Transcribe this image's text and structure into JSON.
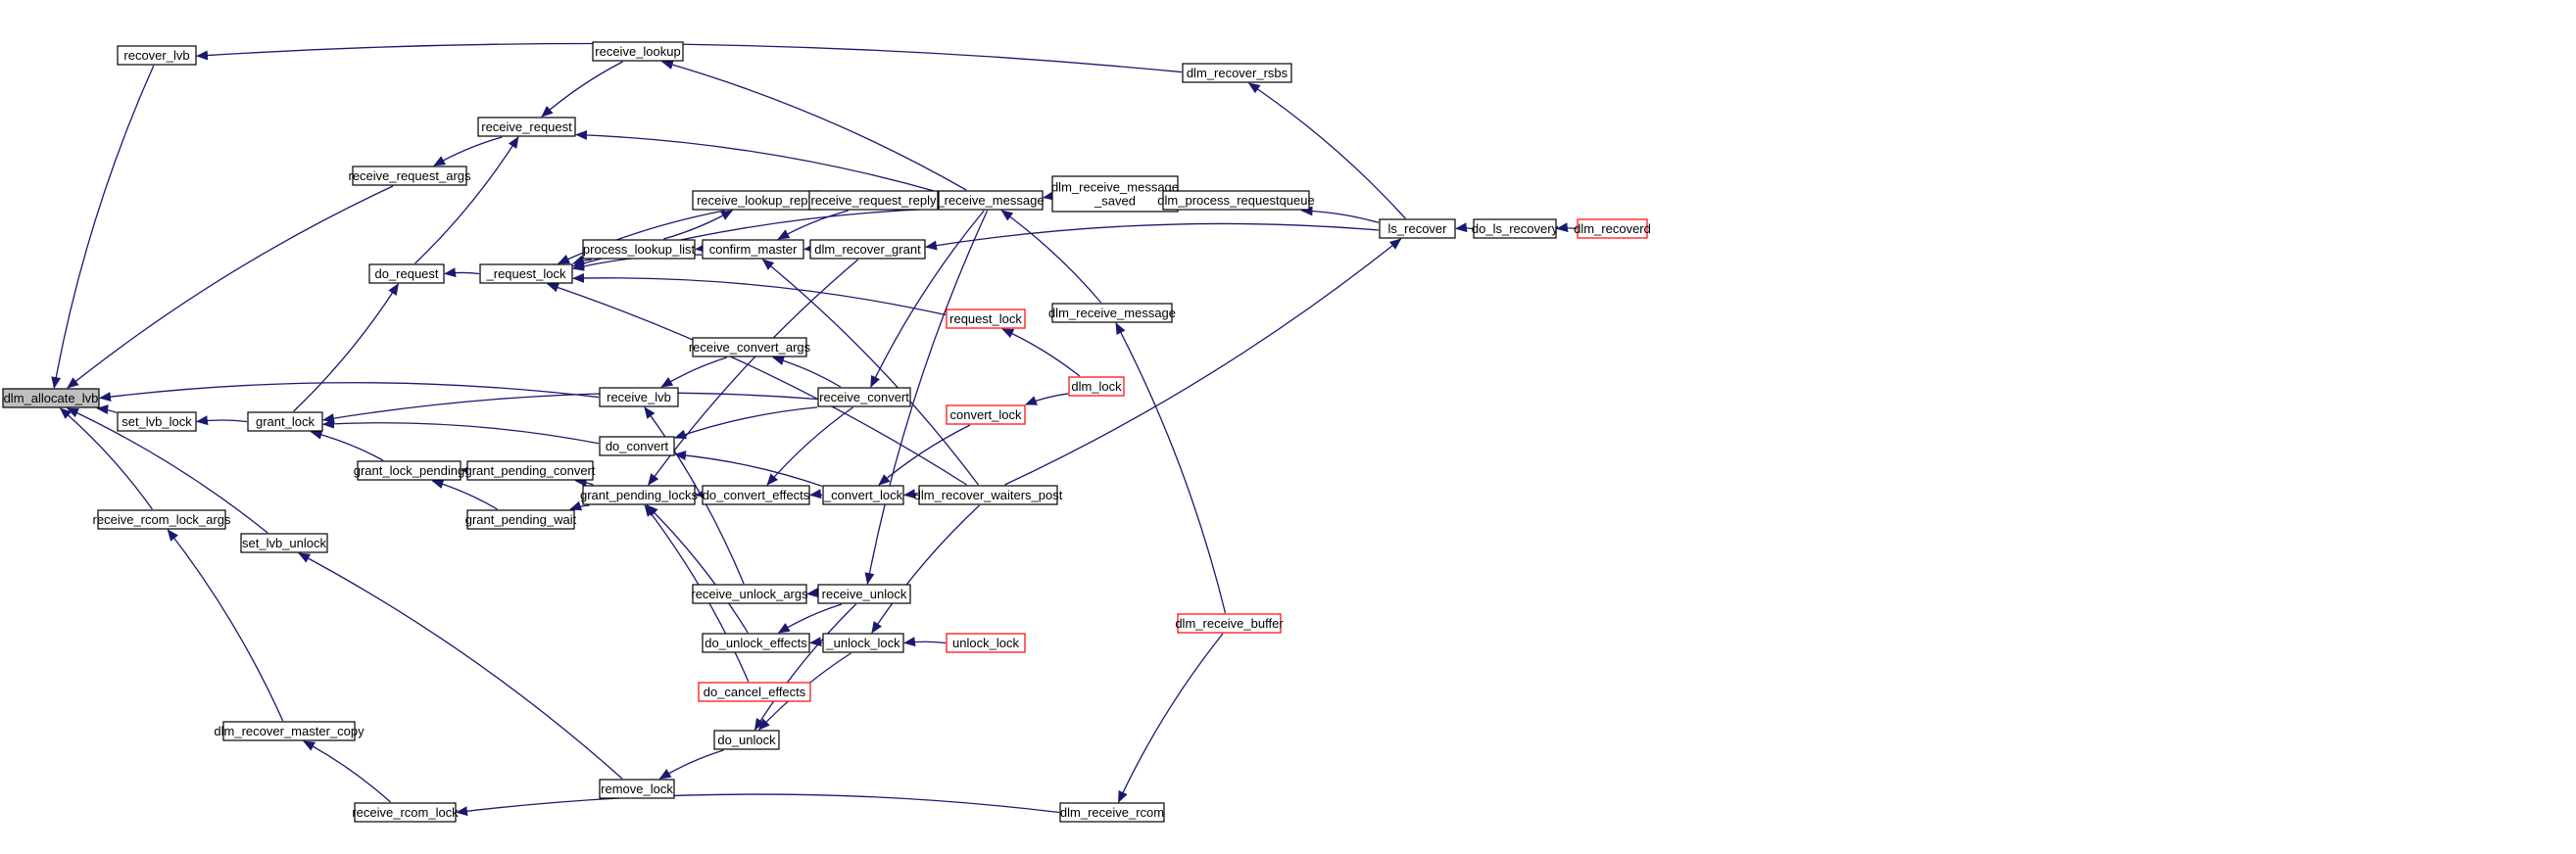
{
  "graph": {
    "colors": {
      "edge": "#191970",
      "border": "#000000",
      "truncated_border": "#ff0000",
      "highlight_fill": "#bfbfbf",
      "background": "#ffffff"
    },
    "nodes": [
      {
        "id": "dlm_allocate_lvb",
        "label": "dlm_allocate_lvb",
        "style": "highlight"
      },
      {
        "id": "recover_lvb",
        "label": "recover_lvb",
        "style": "normal"
      },
      {
        "id": "receive_request_args",
        "label": "receive_request_args",
        "style": "normal"
      },
      {
        "id": "receive_request",
        "label": "receive_request",
        "style": "normal"
      },
      {
        "id": "receive_lookup",
        "label": "receive_lookup",
        "style": "normal"
      },
      {
        "id": "do_request",
        "label": "do_request",
        "style": "normal"
      },
      {
        "id": "_request_lock",
        "label": "_request_lock",
        "style": "normal"
      },
      {
        "id": "receive_lookup_reply",
        "label": "receive_lookup_reply",
        "style": "normal"
      },
      {
        "id": "process_lookup_list",
        "label": "process_lookup_list",
        "style": "normal"
      },
      {
        "id": "confirm_master",
        "label": "confirm_master",
        "style": "normal"
      },
      {
        "id": "receive_request_reply",
        "label": "receive_request_reply",
        "style": "normal"
      },
      {
        "id": "dlm_recover_grant",
        "label": "dlm_recover_grant",
        "style": "normal"
      },
      {
        "id": "_receive_message",
        "label": "_receive_message",
        "style": "normal"
      },
      {
        "id": "dlm_receive_message_saved",
        "label": "dlm_receive_message\n_saved",
        "style": "normal"
      },
      {
        "id": "dlm_process_requestqueue",
        "label": "dlm_process_requestqueue",
        "style": "normal"
      },
      {
        "id": "dlm_recover_rsbs",
        "label": "dlm_recover_rsbs",
        "style": "normal"
      },
      {
        "id": "ls_recover",
        "label": "ls_recover",
        "style": "normal"
      },
      {
        "id": "do_ls_recovery",
        "label": "do_ls_recovery",
        "style": "normal"
      },
      {
        "id": "dlm_recoverd",
        "label": "dlm_recoverd",
        "style": "truncated"
      },
      {
        "id": "dlm_receive_message",
        "label": "dlm_receive_message",
        "style": "normal"
      },
      {
        "id": "request_lock",
        "label": "request_lock",
        "style": "truncated"
      },
      {
        "id": "dlm_lock",
        "label": "dlm_lock",
        "style": "truncated"
      },
      {
        "id": "set_lvb_lock",
        "label": "set_lvb_lock",
        "style": "normal"
      },
      {
        "id": "grant_lock",
        "label": "grant_lock",
        "style": "normal"
      },
      {
        "id": "grant_lock_pending",
        "label": "grant_lock_pending",
        "style": "normal"
      },
      {
        "id": "grant_pending_convert",
        "label": "grant_pending_convert",
        "style": "normal"
      },
      {
        "id": "grant_pending_wait",
        "label": "grant_pending_wait",
        "style": "normal"
      },
      {
        "id": "grant_pending_locks",
        "label": "grant_pending_locks",
        "style": "normal"
      },
      {
        "id": "receive_lvb",
        "label": "receive_lvb",
        "style": "normal"
      },
      {
        "id": "receive_convert_args",
        "label": "receive_convert_args",
        "style": "normal"
      },
      {
        "id": "receive_convert",
        "label": "receive_convert",
        "style": "normal"
      },
      {
        "id": "do_convert",
        "label": "do_convert",
        "style": "normal"
      },
      {
        "id": "do_convert_effects",
        "label": "do_convert_effects",
        "style": "normal"
      },
      {
        "id": "_convert_lock",
        "label": "_convert_lock",
        "style": "normal"
      },
      {
        "id": "convert_lock",
        "label": "convert_lock",
        "style": "truncated"
      },
      {
        "id": "dlm_recover_waiters_post",
        "label": "dlm_recover_waiters_post",
        "style": "normal"
      },
      {
        "id": "receive_rcom_lock_args",
        "label": "receive_rcom_lock_args",
        "style": "normal"
      },
      {
        "id": "set_lvb_unlock",
        "label": "set_lvb_unlock",
        "style": "normal"
      },
      {
        "id": "receive_unlock_args",
        "label": "receive_unlock_args",
        "style": "normal"
      },
      {
        "id": "receive_unlock",
        "label": "receive_unlock",
        "style": "normal"
      },
      {
        "id": "do_unlock_effects",
        "label": "do_unlock_effects",
        "style": "normal"
      },
      {
        "id": "_unlock_lock",
        "label": "_unlock_lock",
        "style": "normal"
      },
      {
        "id": "unlock_lock",
        "label": "unlock_lock",
        "style": "truncated"
      },
      {
        "id": "do_cancel_effects",
        "label": "do_cancel_effects",
        "style": "truncated"
      },
      {
        "id": "dlm_receive_buffer",
        "label": "dlm_receive_buffer",
        "style": "truncated"
      },
      {
        "id": "dlm_recover_master_copy",
        "label": "dlm_recover_master_copy",
        "style": "normal"
      },
      {
        "id": "receive_rcom_lock",
        "label": "receive_rcom_lock",
        "style": "normal"
      },
      {
        "id": "do_unlock",
        "label": "do_unlock",
        "style": "normal"
      },
      {
        "id": "remove_lock",
        "label": "remove_lock",
        "style": "normal"
      },
      {
        "id": "dlm_receive_rcom",
        "label": "dlm_receive_rcom",
        "style": "normal"
      }
    ],
    "edges": [
      [
        "recover_lvb",
        "dlm_allocate_lvb"
      ],
      [
        "receive_request_args",
        "dlm_allocate_lvb"
      ],
      [
        "receive_lvb",
        "dlm_allocate_lvb"
      ],
      [
        "set_lvb_lock",
        "dlm_allocate_lvb"
      ],
      [
        "set_lvb_unlock",
        "dlm_allocate_lvb"
      ],
      [
        "receive_rcom_lock_args",
        "dlm_allocate_lvb"
      ],
      [
        "dlm_recover_rsbs",
        "recover_lvb"
      ],
      [
        "receive_request",
        "receive_request_args"
      ],
      [
        "receive_lookup",
        "receive_request"
      ],
      [
        "_receive_message",
        "receive_request"
      ],
      [
        "_receive_message",
        "receive_lookup"
      ],
      [
        "do_request",
        "receive_request"
      ],
      [
        "_request_lock",
        "do_request"
      ],
      [
        "grant_lock",
        "do_request"
      ],
      [
        "receive_lookup_reply",
        "_request_lock"
      ],
      [
        "process_lookup_list",
        "_request_lock"
      ],
      [
        "confirm_master",
        "_request_lock"
      ],
      [
        "request_lock",
        "_request_lock"
      ],
      [
        "_receive_message",
        "_request_lock"
      ],
      [
        "dlm_recover_waiters_post",
        "_request_lock"
      ],
      [
        "process_lookup_list",
        "receive_lookup_reply"
      ],
      [
        "_receive_message",
        "receive_lookup_reply"
      ],
      [
        "confirm_master",
        "process_lookup_list"
      ],
      [
        "receive_request_reply",
        "confirm_master"
      ],
      [
        "dlm_recover_grant",
        "confirm_master"
      ],
      [
        "dlm_recover_waiters_post",
        "confirm_master"
      ],
      [
        "_receive_message",
        "receive_request_reply"
      ],
      [
        "ls_recover",
        "dlm_recover_grant"
      ],
      [
        "dlm_receive_message_saved",
        "_receive_message"
      ],
      [
        "dlm_receive_message",
        "_receive_message"
      ],
      [
        "dlm_process_requestqueue",
        "dlm_receive_message_saved"
      ],
      [
        "ls_recover",
        "dlm_process_requestqueue"
      ],
      [
        "ls_recover",
        "dlm_recover_rsbs"
      ],
      [
        "do_ls_recovery",
        "ls_recover"
      ],
      [
        "dlm_recoverd",
        "do_ls_recovery"
      ],
      [
        "dlm_recover_waiters_post",
        "ls_recover"
      ],
      [
        "dlm_receive_buffer",
        "dlm_receive_message"
      ],
      [
        "dlm_lock",
        "request_lock"
      ],
      [
        "dlm_lock",
        "convert_lock"
      ],
      [
        "grant_lock",
        "set_lvb_lock"
      ],
      [
        "do_convert",
        "grant_lock"
      ],
      [
        "grant_lock_pending",
        "grant_lock"
      ],
      [
        "receive_convert",
        "grant_lock"
      ],
      [
        "grant_pending_convert",
        "grant_lock_pending"
      ],
      [
        "grant_pending_wait",
        "grant_lock_pending"
      ],
      [
        "grant_pending_locks",
        "grant_pending_convert"
      ],
      [
        "grant_pending_locks",
        "grant_pending_wait"
      ],
      [
        "receive_convert_args",
        "receive_lvb"
      ],
      [
        "receive_unlock_args",
        "receive_lvb"
      ],
      [
        "receive_convert",
        "receive_convert_args"
      ],
      [
        "_receive_message",
        "receive_convert"
      ],
      [
        "_convert_lock",
        "do_convert"
      ],
      [
        "receive_convert",
        "do_convert"
      ],
      [
        "do_convert_effects",
        "grant_pending_locks"
      ],
      [
        "dlm_recover_grant",
        "grant_pending_locks"
      ],
      [
        "receive_convert",
        "do_convert_effects"
      ],
      [
        "_convert_lock",
        "do_convert_effects"
      ],
      [
        "convert_lock",
        "_convert_lock"
      ],
      [
        "dlm_recover_waiters_post",
        "_convert_lock"
      ],
      [
        "do_unlock_effects",
        "grant_pending_locks"
      ],
      [
        "do_cancel_effects",
        "grant_pending_locks"
      ],
      [
        "receive_unlock",
        "receive_unlock_args"
      ],
      [
        "receive_unlock",
        "do_unlock_effects"
      ],
      [
        "_unlock_lock",
        "do_unlock_effects"
      ],
      [
        "_receive_message",
        "receive_unlock"
      ],
      [
        "unlock_lock",
        "_unlock_lock"
      ],
      [
        "dlm_recover_waiters_post",
        "_unlock_lock"
      ],
      [
        "_unlock_lock",
        "do_unlock"
      ],
      [
        "receive_unlock",
        "do_unlock"
      ],
      [
        "do_unlock",
        "remove_lock"
      ],
      [
        "remove_lock",
        "set_lvb_unlock"
      ],
      [
        "dlm_recover_master_copy",
        "receive_rcom_lock_args"
      ],
      [
        "receive_rcom_lock",
        "dlm_recover_master_copy"
      ],
      [
        "dlm_receive_rcom",
        "receive_rcom_lock"
      ],
      [
        "dlm_receive_buffer",
        "dlm_receive_rcom"
      ]
    ]
  }
}
